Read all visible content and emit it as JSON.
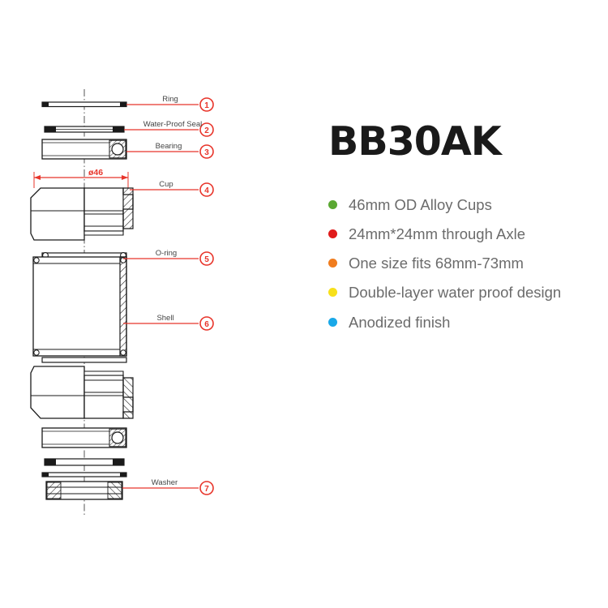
{
  "product": {
    "title": "BB30AK",
    "features": [
      {
        "label": "46mm OD Alloy Cups",
        "color": "#5aa832"
      },
      {
        "label": "24mm*24mm through Axle",
        "color": "#e01b1b"
      },
      {
        "label": "One size fits 68mm-73mm",
        "color": "#f07c1e"
      },
      {
        "label": "Double-layer water proof design",
        "color": "#f7e01a"
      },
      {
        "label": "Anodized finish",
        "color": "#19a8e8"
      }
    ]
  },
  "diagram": {
    "accent_color": "#e8342a",
    "line_color": "#1a1a1a",
    "dimension": {
      "label": "ø46"
    },
    "callouts": [
      {
        "label": "Ring",
        "number": "1"
      },
      {
        "label": "Water-Proof Seal",
        "number": "2"
      },
      {
        "label": "Bearing",
        "number": "3"
      },
      {
        "label": "Cup",
        "number": "4"
      },
      {
        "label": "O-ring",
        "number": "5"
      },
      {
        "label": "Shell",
        "number": "6"
      },
      {
        "label": "Washer",
        "number": "7"
      }
    ]
  }
}
